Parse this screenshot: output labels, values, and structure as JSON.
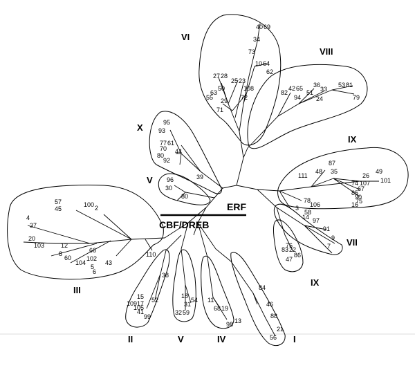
{
  "family_labels": {
    "erf": "ERF",
    "cbf_dreb": "CBF/DREB"
  },
  "group_labels": {
    "vi": "VI",
    "viii": "VIII",
    "x": "X",
    "v_upper": "V",
    "ix_upper": "IX",
    "vii": "VII",
    "ix_lower": "IX",
    "iii": "III",
    "ii": "II",
    "v_lower": "V",
    "iv": "IV",
    "i": "I"
  },
  "leaves": {
    "vi": [
      "40",
      "69",
      "34",
      "73",
      "10",
      "64",
      "62",
      "27",
      "28",
      "25",
      "23",
      "63",
      "50",
      "108",
      "55",
      "29",
      "72",
      "71"
    ],
    "viii": [
      "42",
      "65",
      "82",
      "94",
      "36",
      "33",
      "51",
      "24",
      "53",
      "81",
      "79"
    ],
    "x": [
      "95",
      "93",
      "77",
      "61",
      "70",
      "44",
      "80",
      "92",
      "39"
    ],
    "v_upper": [
      "96",
      "30",
      "80"
    ],
    "ix_upper": [
      "87",
      "48",
      "35",
      "111",
      "26",
      "49",
      "74",
      "107",
      "101",
      "67",
      "85",
      "90",
      "75",
      "16",
      "78",
      "106",
      "3",
      "58"
    ],
    "vii": [
      "14",
      "97",
      "91",
      "9",
      "7"
    ],
    "ix_lower": [
      "83",
      "22",
      "76",
      "47",
      "86"
    ],
    "iii": [
      "57",
      "45",
      "100",
      "2",
      "4",
      "37",
      "20",
      "103",
      "12",
      "8",
      "60",
      "66",
      "102",
      "104",
      "5",
      "6",
      "43",
      "110"
    ],
    "ii": [
      "38",
      "15",
      "52",
      "109",
      "17",
      "105",
      "41",
      "99"
    ],
    "v_lower": [
      "18",
      "54",
      "31",
      "32",
      "59"
    ],
    "iv": [
      "11",
      "68",
      "19",
      "13",
      "98"
    ],
    "i": [
      "84",
      "46",
      "88",
      "21",
      "56"
    ]
  }
}
